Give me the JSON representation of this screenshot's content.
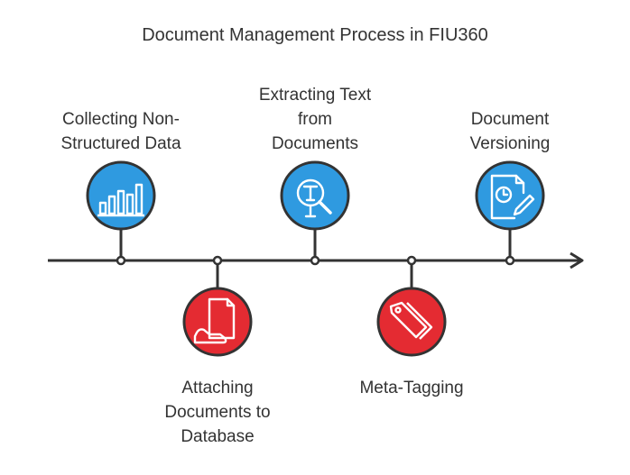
{
  "title": "Document Management Process in FIU360",
  "colors": {
    "top": "#2f9ae0",
    "bottom": "#e42b32",
    "line": "#333333",
    "icon": "#ffffff"
  },
  "steps": [
    {
      "label": "Collecting Non-\nStructured Data",
      "icon": "bar-chart-icon",
      "side": "top"
    },
    {
      "label": "Attaching\nDocuments to\nDatabase",
      "icon": "document-hand-icon",
      "side": "bottom"
    },
    {
      "label": "Extracting Text\nfrom\nDocuments",
      "icon": "text-search-icon",
      "side": "top"
    },
    {
      "label": "Meta-Tagging",
      "icon": "tags-icon",
      "side": "bottom"
    },
    {
      "label": "Document\nVersioning",
      "icon": "document-clock-icon",
      "side": "top"
    }
  ]
}
